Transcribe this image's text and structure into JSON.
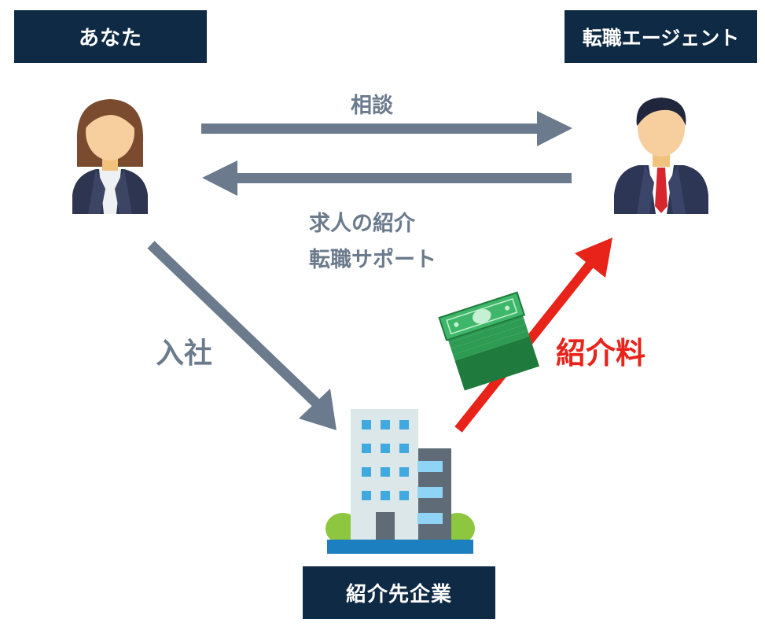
{
  "labels": {
    "you": "あなた",
    "agent": "転職エージェント",
    "company": "紹介先企業"
  },
  "flows": {
    "consult": "相談",
    "job_intro": "求人の紹介",
    "support": "転職サポート",
    "join": "入社",
    "fee": "紹介料"
  },
  "colors": {
    "box": "#0f2a44",
    "arrow_gray": "#6b7a8c",
    "arrow_red": "#e8231a"
  },
  "icons": {
    "you": "woman-avatar-icon",
    "agent": "man-avatar-icon",
    "company": "office-building-icon",
    "money": "cash-stack-icon"
  }
}
